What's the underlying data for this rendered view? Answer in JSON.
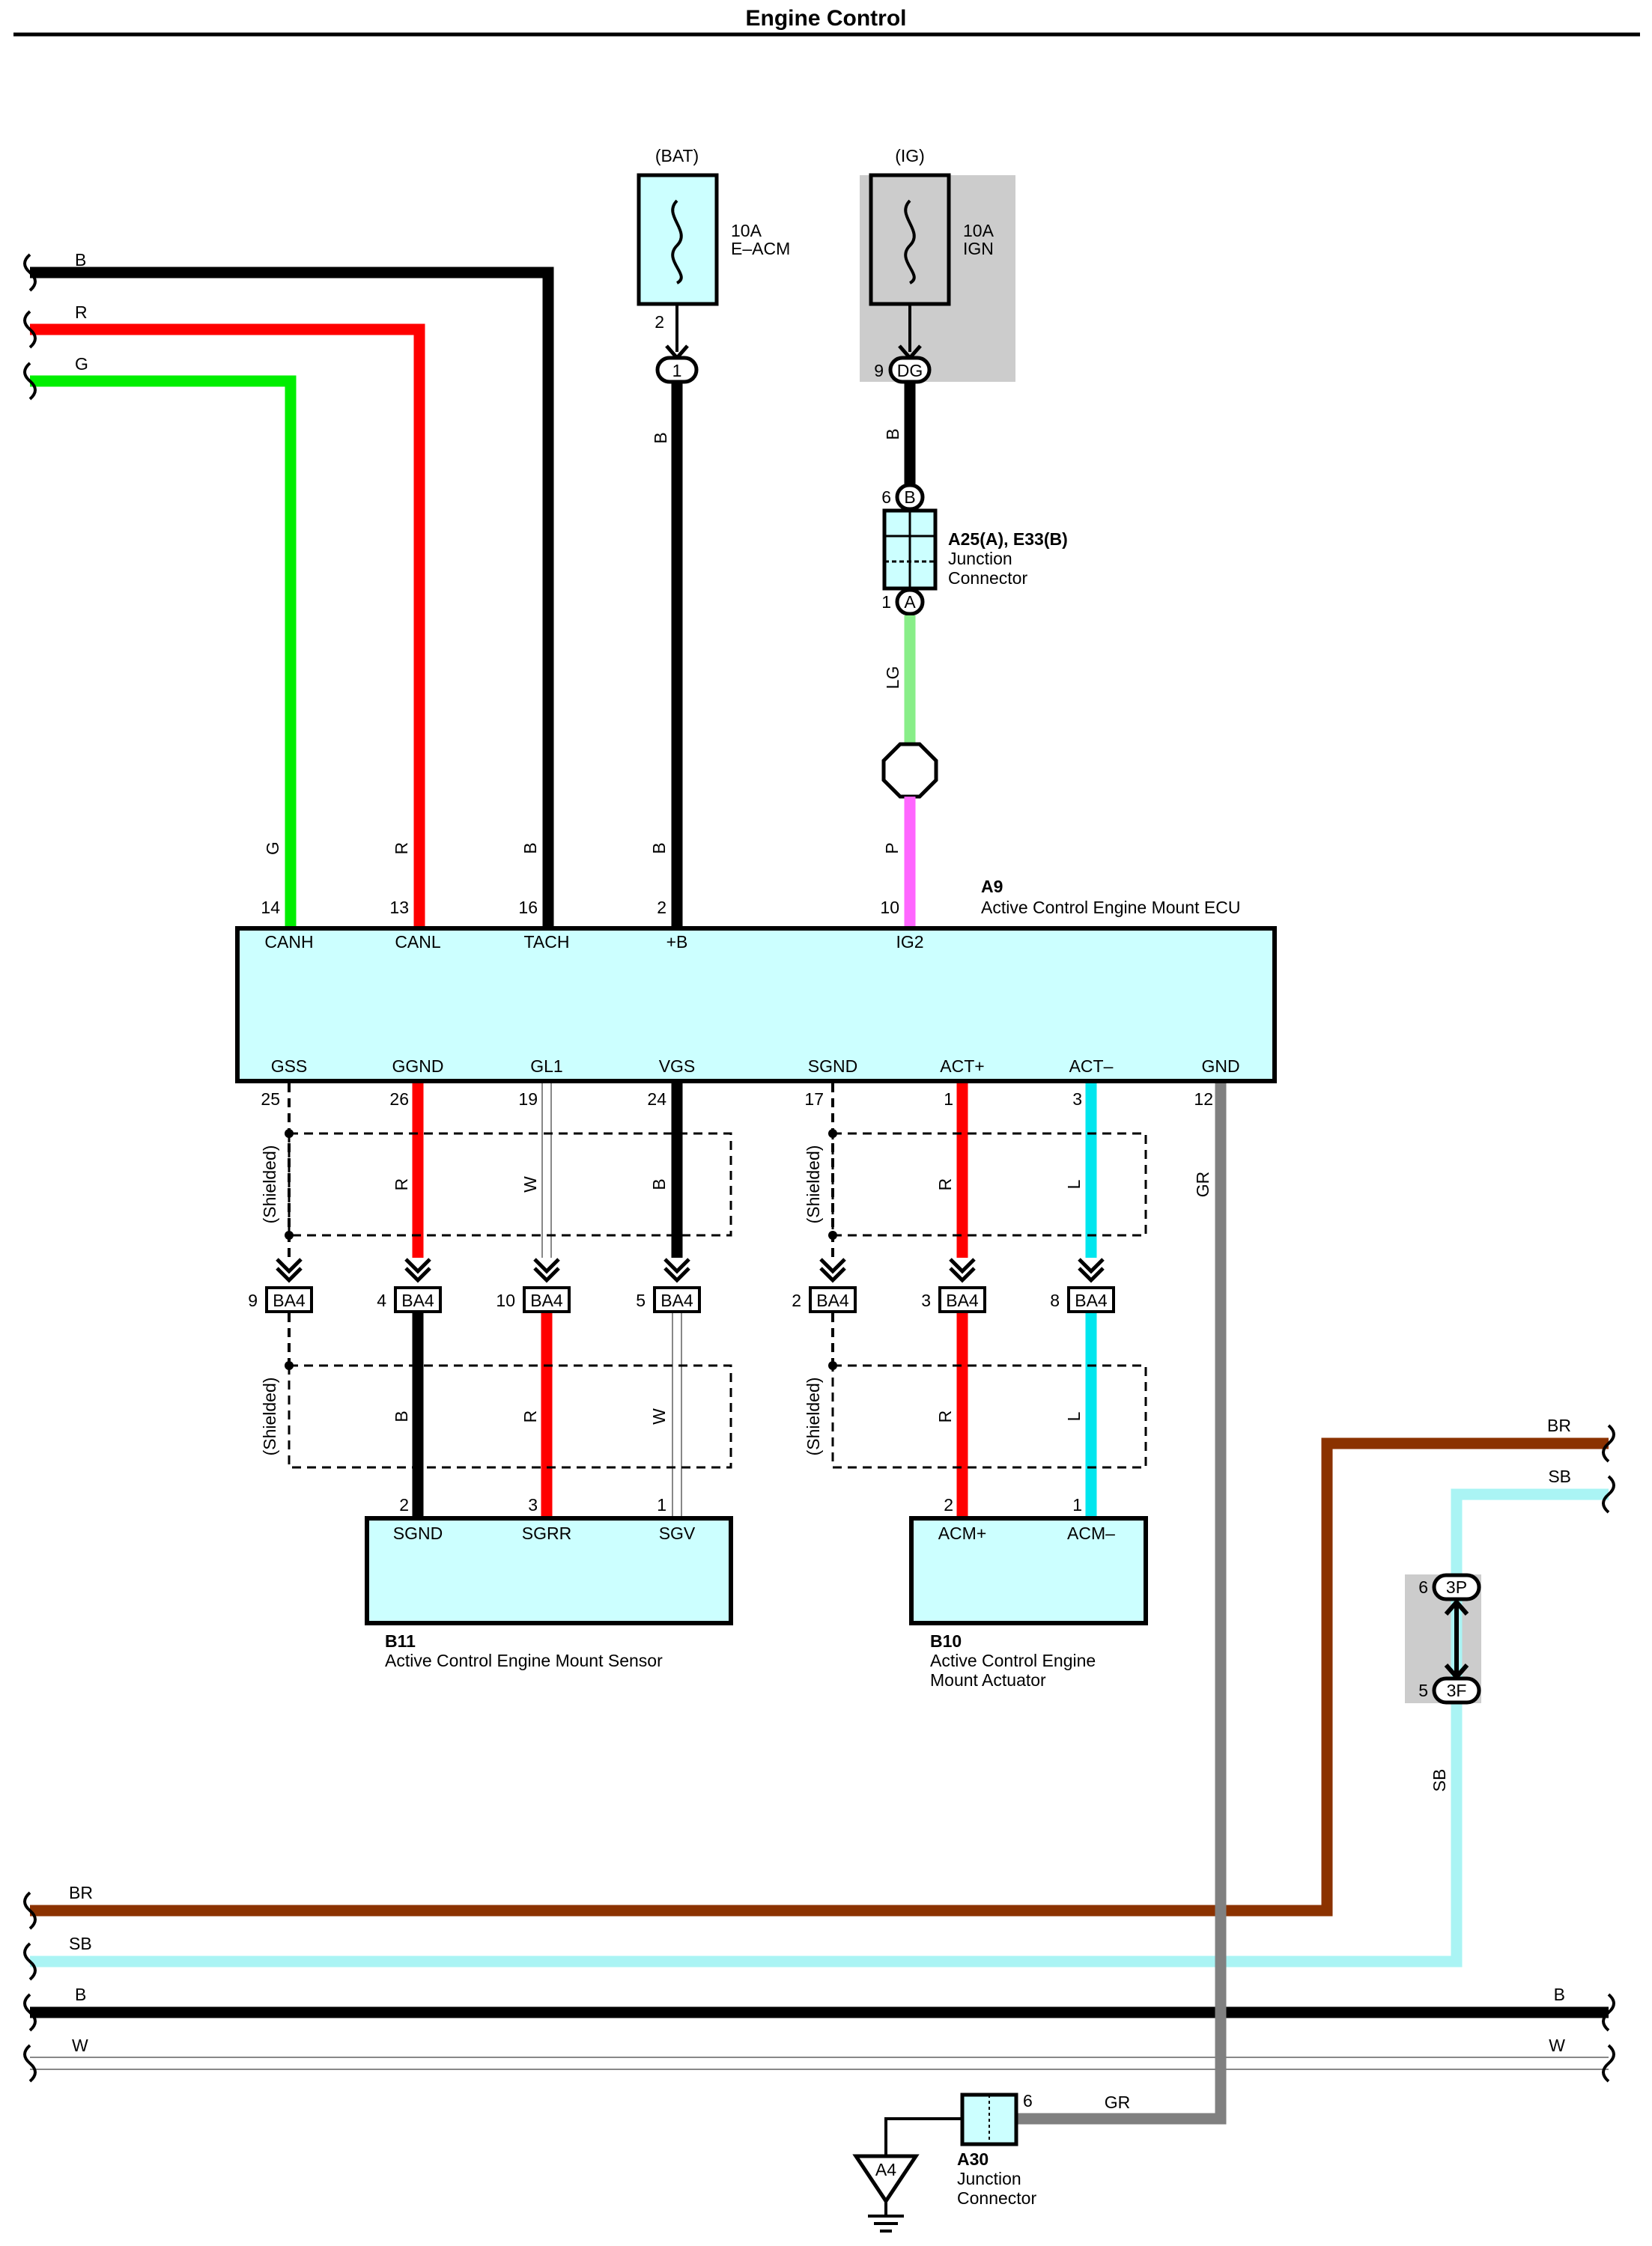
{
  "page": {
    "title": "Engine Control"
  },
  "colors": {
    "B": "#000000",
    "R": "#ff0000",
    "G": "#00ee00",
    "W": "#ffffff",
    "LG": "#88ee88",
    "P": "#ff66ff",
    "L": "#00e6ee",
    "BR": "#8b3200",
    "SB": "#aaf4f4",
    "GR": "#808080",
    "ecu_fill": "#ccffff",
    "grey_area": "#cccccc"
  },
  "power": {
    "bat_label": "(BAT)",
    "ig_label": "(IG)",
    "fuse_acm_rating": "10A",
    "fuse_acm_name": "E–ACM",
    "fuse_ign_rating": "10A",
    "fuse_ign_name": "IGN",
    "bat_pin": "2",
    "bat_conn": "1",
    "ig_pin": "9",
    "ig_conn": "DG"
  },
  "junction": {
    "id": "A25(A), E33(B)",
    "line1": "Junction",
    "line2": "Connector",
    "top_pin": "6",
    "top_conn": "B",
    "bottom_pin": "1",
    "bottom_conn": "A"
  },
  "ecu": {
    "id": "A9",
    "name": "Active Control Engine Mount ECU",
    "top_terminals": [
      {
        "pin": "14",
        "name": "CANH",
        "wire": "G"
      },
      {
        "pin": "13",
        "name": "CANL",
        "wire": "R"
      },
      {
        "pin": "16",
        "name": "TACH",
        "wire": "B"
      },
      {
        "pin": "2",
        "name": "+B",
        "wire": "B"
      },
      {
        "pin": "10",
        "name": "IG2",
        "wire": "P"
      }
    ],
    "bottom_terminals": [
      {
        "pin": "25",
        "name": "GSS",
        "wire": ""
      },
      {
        "pin": "26",
        "name": "GGND",
        "wire": "R"
      },
      {
        "pin": "19",
        "name": "GL1",
        "wire": "W"
      },
      {
        "pin": "24",
        "name": "VGS",
        "wire": "B"
      },
      {
        "pin": "17",
        "name": "SGND",
        "wire": ""
      },
      {
        "pin": "1",
        "name": "ACT+",
        "wire": "R"
      },
      {
        "pin": "3",
        "name": "ACT–",
        "wire": "L"
      },
      {
        "pin": "12",
        "name": "GND",
        "wire": "GR"
      }
    ]
  },
  "wires_top": {
    "left_B": "B",
    "left_R": "R",
    "left_G": "G",
    "bat_wire": "B",
    "ig_wire_upper": "B",
    "ig_wire_lower": "LG"
  },
  "shielded_label": "(Shielded)",
  "ba4": {
    "conn": "BA4",
    "pins": [
      {
        "pin": "9",
        "wire_below": ""
      },
      {
        "pin": "4",
        "wire_below": "B"
      },
      {
        "pin": "10",
        "wire_below": "R"
      },
      {
        "pin": "5",
        "wire_below": "W"
      },
      {
        "pin": "2",
        "wire_below": ""
      },
      {
        "pin": "3",
        "wire_below": "R"
      },
      {
        "pin": "8",
        "wire_below": "L"
      }
    ]
  },
  "sensor": {
    "id": "B11",
    "name": "Active Control Engine Mount Sensor",
    "terminals": [
      {
        "pin": "2",
        "name": "SGND"
      },
      {
        "pin": "3",
        "name": "SGRR"
      },
      {
        "pin": "1",
        "name": "SGV"
      }
    ]
  },
  "actuator": {
    "id": "B10",
    "line1": "Active Control Engine",
    "line2": "Mount Actuator",
    "terminals": [
      {
        "pin": "2",
        "name": "ACM+"
      },
      {
        "pin": "1",
        "name": "ACM–"
      }
    ]
  },
  "right_side": {
    "br_label": "BR",
    "sb_label": "SB",
    "sb_vertical": "SB",
    "conn_top_pin": "6",
    "conn_top": "3P",
    "conn_bottom_pin": "5",
    "conn_bottom": "3F"
  },
  "bottom_bus": {
    "br": "BR",
    "sb": "SB",
    "b_left": "B",
    "b_right": "B",
    "w_left": "W",
    "w_right": "W"
  },
  "ground": {
    "gnd_wire_vertical": "GR",
    "gnd_wire_horizontal": "GR",
    "a30_pin": "6",
    "a30_id": "A30",
    "a30_line1": "Junction",
    "a30_line2": "Connector",
    "ground_point": "A4"
  }
}
